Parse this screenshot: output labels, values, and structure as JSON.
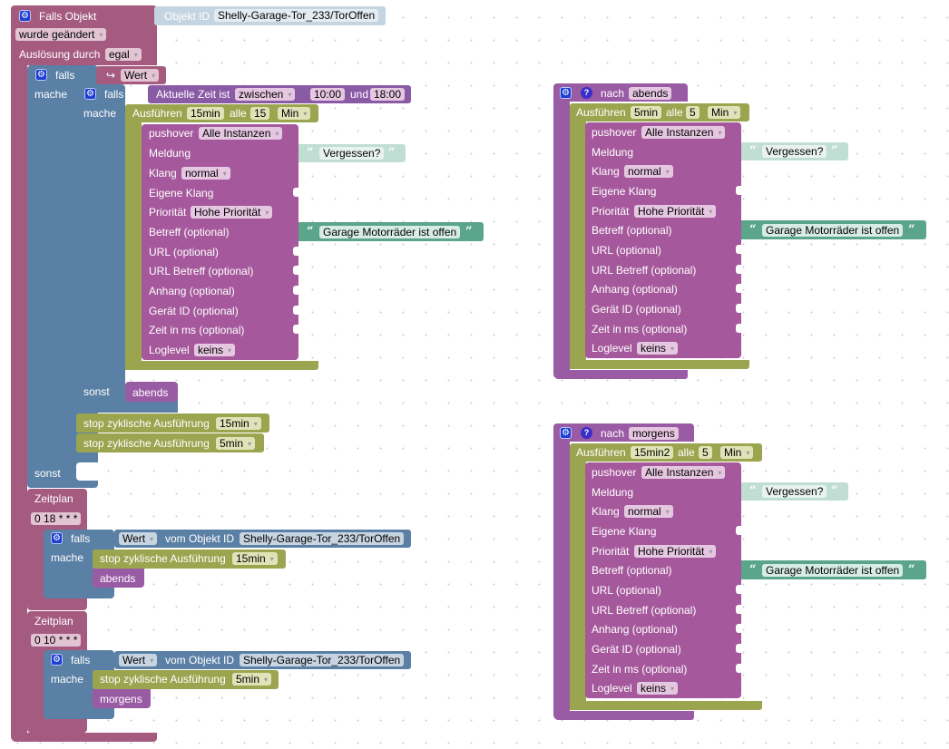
{
  "main_trigger": {
    "title": "Falls Objekt",
    "object_label": "Objekt ID",
    "object_id": "Shelly-Garage-Tor_233/TorOffen",
    "change_mode": "wurde geändert",
    "trigger_label": "Auslösung durch",
    "trigger_value": "egal",
    "if1": {
      "falls_label": "falls",
      "mache_label": "mache",
      "sonst_label": "sonst",
      "value_arrow": "↪",
      "value_label": "Wert"
    },
    "if2": {
      "falls_label": "falls",
      "mache_label": "mache",
      "sonst_label": "sonst",
      "time_label": "Aktuelle Zeit ist",
      "time_mode": "zwischen",
      "time_from": "10:00",
      "and_label": "und",
      "time_to": "18:00",
      "else_call": "abends"
    },
    "interval": {
      "label": "Ausführen",
      "name": "15min",
      "every_label": "alle",
      "every_value": "15",
      "unit": "Min"
    },
    "stops": [
      {
        "label": "stop zyklische Ausführung",
        "value": "15min"
      },
      {
        "label": "stop zyklische Ausführung",
        "value": "5min"
      }
    ]
  },
  "pushover_fields": {
    "pushover": "pushover",
    "instance": "Alle Instanzen",
    "meldung": "Meldung",
    "meldung_value": "Vergessen?",
    "klang": "Klang",
    "klang_value": "normal",
    "eigene_klang": "Eigene Klang",
    "prioritaet": "Priorität",
    "prioritaet_value": "Hohe Priorität",
    "betreff": "Betreff (optional)",
    "betreff_value": "Garage Motorräder ist offen",
    "url": "URL (optional)",
    "url_betreff": "URL Betreff (optional)",
    "anhang": "Anhang (optional)",
    "geraet": "Gerät ID (optional)",
    "zeit": "Zeit in ms (optional)",
    "loglevel": "Loglevel",
    "loglevel_value": "keins",
    "open_quote": "“",
    "close_quote": "”"
  },
  "schedules": [
    {
      "label": "Zeitplan",
      "cron": "0 18 * * *",
      "falls_label": "falls",
      "mache_label": "mache",
      "value_label": "Wert",
      "object_label": "vom Objekt ID",
      "object_id": "Shelly-Garage-Tor_233/TorOffen",
      "stop_label": "stop zyklische Ausführung",
      "stop_value": "15min",
      "call": "abends"
    },
    {
      "label": "Zeitplan",
      "cron": "0 10 * * *",
      "falls_label": "falls",
      "mache_label": "mache",
      "value_label": "Wert",
      "object_label": "vom Objekt ID",
      "object_id": "Shelly-Garage-Tor_233/TorOffen",
      "stop_label": "stop zyklische Ausführung",
      "stop_value": "5min",
      "call": "morgens"
    }
  ],
  "functions": [
    {
      "nach_label": "nach",
      "name": "abends",
      "interval": {
        "label": "Ausführen",
        "name": "5min",
        "every_label": "alle",
        "every_value": "5",
        "unit": "Min"
      }
    },
    {
      "nach_label": "nach",
      "name": "morgens",
      "interval": {
        "label": "Ausführen",
        "name": "15min2",
        "every_label": "alle",
        "every_value": "5",
        "unit": "Min"
      }
    }
  ],
  "icons": {
    "gear": "⚙",
    "help": "?"
  }
}
